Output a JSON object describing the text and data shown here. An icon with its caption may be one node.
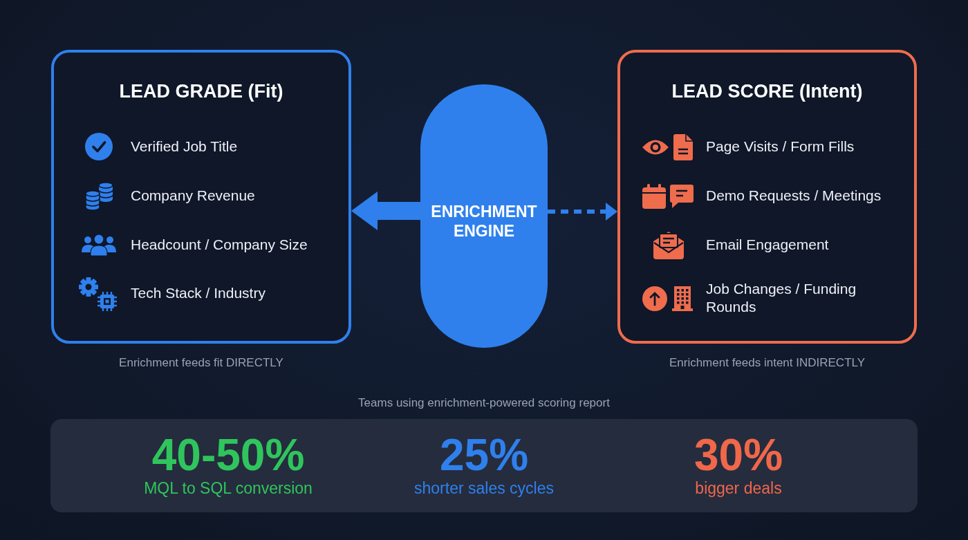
{
  "diagram": {
    "nodes": [
      {
        "text": [
          "LEAD GRADE (Fit)",
          "Verified Job Title",
          "Company Revenue",
          "Headcount / Company Size",
          "Tech Stack / Industry"
        ],
        "beside": [
          "Enrichment feeds fit DIRECTLY"
        ]
      },
      {
        "text": [
          "ENRICHMENT ENGINE"
        ]
      },
      {
        "text": [
          "LEAD SCORE (Intent)",
          "Page Visits / Form Fills",
          "Demo Requests / Meetings",
          "Email Engagement",
          "Job Changes / Funding Rounds"
        ],
        "beside": [
          "Enrichment feeds intent INDIRECTLY"
        ]
      },
      {
        "text": [
          "40-50%",
          "MQL to SQL conversion",
          "25%",
          "shorter sales cycles",
          "30%",
          "bigger deals"
        ],
        "beside": [
          "Teams using enrichment-powered scoring report"
        ]
      }
    ],
    "edges": [
      {
        "from": 1,
        "to": 0,
        "arrow": "to",
        "style": "thick"
      },
      {
        "from": 1,
        "to": 2,
        "arrow": "to",
        "style": "dashed"
      }
    ]
  }
}
